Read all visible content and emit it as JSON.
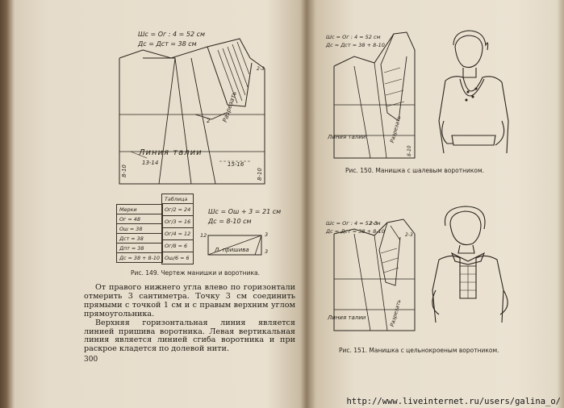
{
  "left": {
    "formula_top_1": "Шс = Ог : 4 = 52 см",
    "formula_top_2": "Дс = Дст = 38 см",
    "waist_label": "Линия талии",
    "cut_label": "Разрезать",
    "marks": {
      "m13_14": "13-14",
      "m15_16": "15-16",
      "m8_10a": "8-10",
      "m8_10b": "8-10",
      "m2": "2",
      "m23": "2-3"
    },
    "table_measures": {
      "header": "Мерки",
      "rows": [
        "Ог = 48",
        "Ош = 38",
        "Дст = 38",
        "Дпт = 38",
        "Дс = 38 + 8-10"
      ]
    },
    "table_main": {
      "header": "Таблица",
      "rows": [
        "Ог/2 = 24",
        "Ог/3 = 16",
        "Ог/4 = 12",
        "Ог/8 = 6",
        "Ош/6 = 6"
      ]
    },
    "formula_mid_1": "Шс = Ош + 3 = 21 см",
    "formula_mid_2": "Дс = 8-10 см",
    "collar_label": "Л. пришива",
    "collar_marks": {
      "m12": "12",
      "m3a": "3",
      "m3b": "3"
    },
    "caption": "Рис. 149. Чертеж манишки и воротника.",
    "paragraphs": [
      "От правого нижнего угла влево по горизонтали отмерить 3 сантиметра. Точку 3 см соединить прямыми с точкой 1 см и с правым верхним углом прямоугольника.",
      "Верхняя горизонтальная линия является линией пришива воротника. Левая вертикальная линия является линией сгиба воротника и при раскрое кладется по долевой нити."
    ],
    "page_number": "300"
  },
  "right": {
    "fig150": {
      "formula_1": "Шс = Ог : 4 = 52 см",
      "formula_2": "Дс = Дст = 38 + 8-10",
      "waist_label": "Линия талии",
      "cut_label": "Разрезать",
      "mark": "8-10",
      "caption": "Рис. 150. Манишка с шалевым воротником."
    },
    "fig151": {
      "formula_1": "Шс = Ог : 4 = 52 см",
      "formula_2": "Дс = Дст = 38 + 8-10",
      "waist_label": "Линия талии",
      "cut_label": "Разрезать",
      "marks": {
        "m23a": "2-3",
        "m23b": "2-3"
      },
      "caption": "Рис. 151. Манишка с цельнокроеным воротником."
    }
  },
  "watermark": "http://www.liveinternet.ru/users/galina_o/"
}
